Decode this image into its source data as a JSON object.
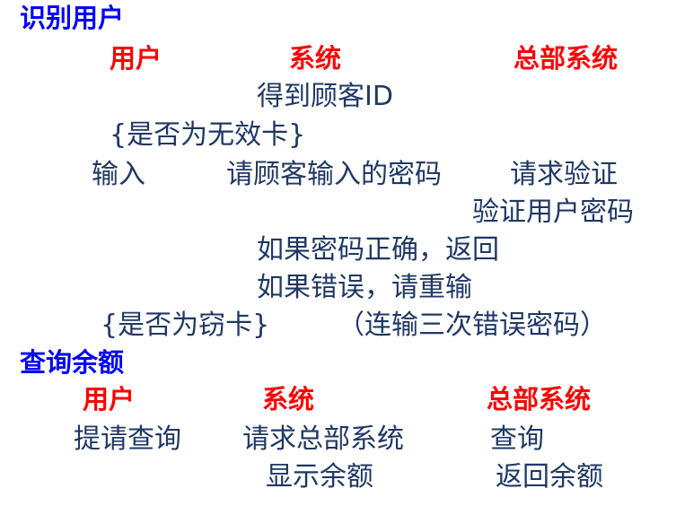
{
  "colors": {
    "section_title": "#0000FF",
    "column_header": "#FF0000",
    "body_text": "#1F3864"
  },
  "sections": [
    {
      "title": "识别用户",
      "headers": [
        "用户",
        "系统",
        "总部系统"
      ],
      "lines": [
        "得到顾客ID",
        "{是否为无效卡}",
        "输入",
        "请顾客输入的密码",
        "请求验证",
        "验证用户密码",
        "如果密码正确，返回",
        "如果错误，请重输",
        "{是否为窃卡}",
        "（连输三次错误密码）"
      ]
    },
    {
      "title": "查询余额",
      "headers": [
        "用户",
        "系统",
        "总部系统"
      ],
      "lines": [
        "提请查询",
        "请求总部系统",
        "查询",
        "显示余额",
        "返回余额"
      ]
    }
  ]
}
